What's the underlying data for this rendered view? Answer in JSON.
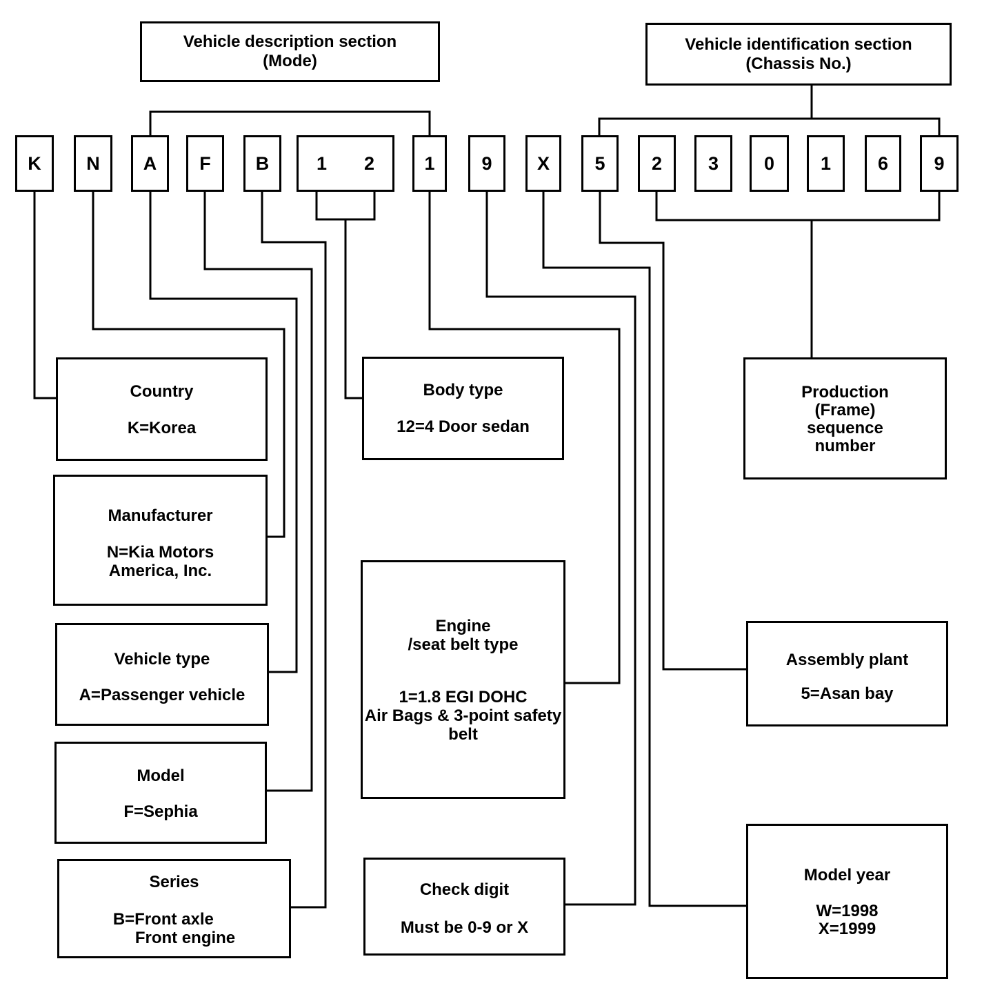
{
  "headers": {
    "description": {
      "line1": "Vehicle description section",
      "line2": "(Mode)"
    },
    "identification": {
      "line1": "Vehicle identification section",
      "line2": "(Chassis No.)"
    }
  },
  "vin": {
    "full": "KNAFB1219X5230169",
    "chars": [
      "K",
      "N",
      "A",
      "F",
      "B",
      "1",
      "2",
      "1",
      "9",
      "X",
      "5",
      "2",
      "3",
      "0",
      "1",
      "6",
      "9"
    ]
  },
  "boxes": {
    "country": {
      "title": "Country",
      "value": "K=Korea"
    },
    "manufacturer": {
      "title": "Manufacturer",
      "value_line1": "N=Kia Motors",
      "value_line2": "America, Inc."
    },
    "vehicle_type": {
      "title": "Vehicle type",
      "value": "A=Passenger vehicle"
    },
    "model": {
      "title": "Model",
      "value": "F=Sephia"
    },
    "series": {
      "title": "Series",
      "value_line1": "B=Front axle",
      "value_line2": "Front engine"
    },
    "body_type": {
      "title": "Body type",
      "value": "12=4 Door sedan"
    },
    "engine": {
      "title_line1": "Engine",
      "title_line2": "/seat belt type",
      "value_line1": "1=1.8 EGI DOHC",
      "value_line2": "Air Bags & 3-point safety",
      "value_line3": "belt"
    },
    "check_digit": {
      "title": "Check digit",
      "value": "Must be 0-9 or X"
    },
    "production": {
      "title_line1": "Production",
      "title_line2": "(Frame)",
      "title_line3": "sequence",
      "title_line4": "number"
    },
    "assembly_plant": {
      "title": "Assembly plant",
      "value": "5=Asan bay"
    },
    "model_year": {
      "title": "Model year",
      "value_line1": "W=1998",
      "value_line2": "X=1999"
    }
  },
  "colors": {
    "ink": "#000000",
    "paper": "#ffffff"
  }
}
